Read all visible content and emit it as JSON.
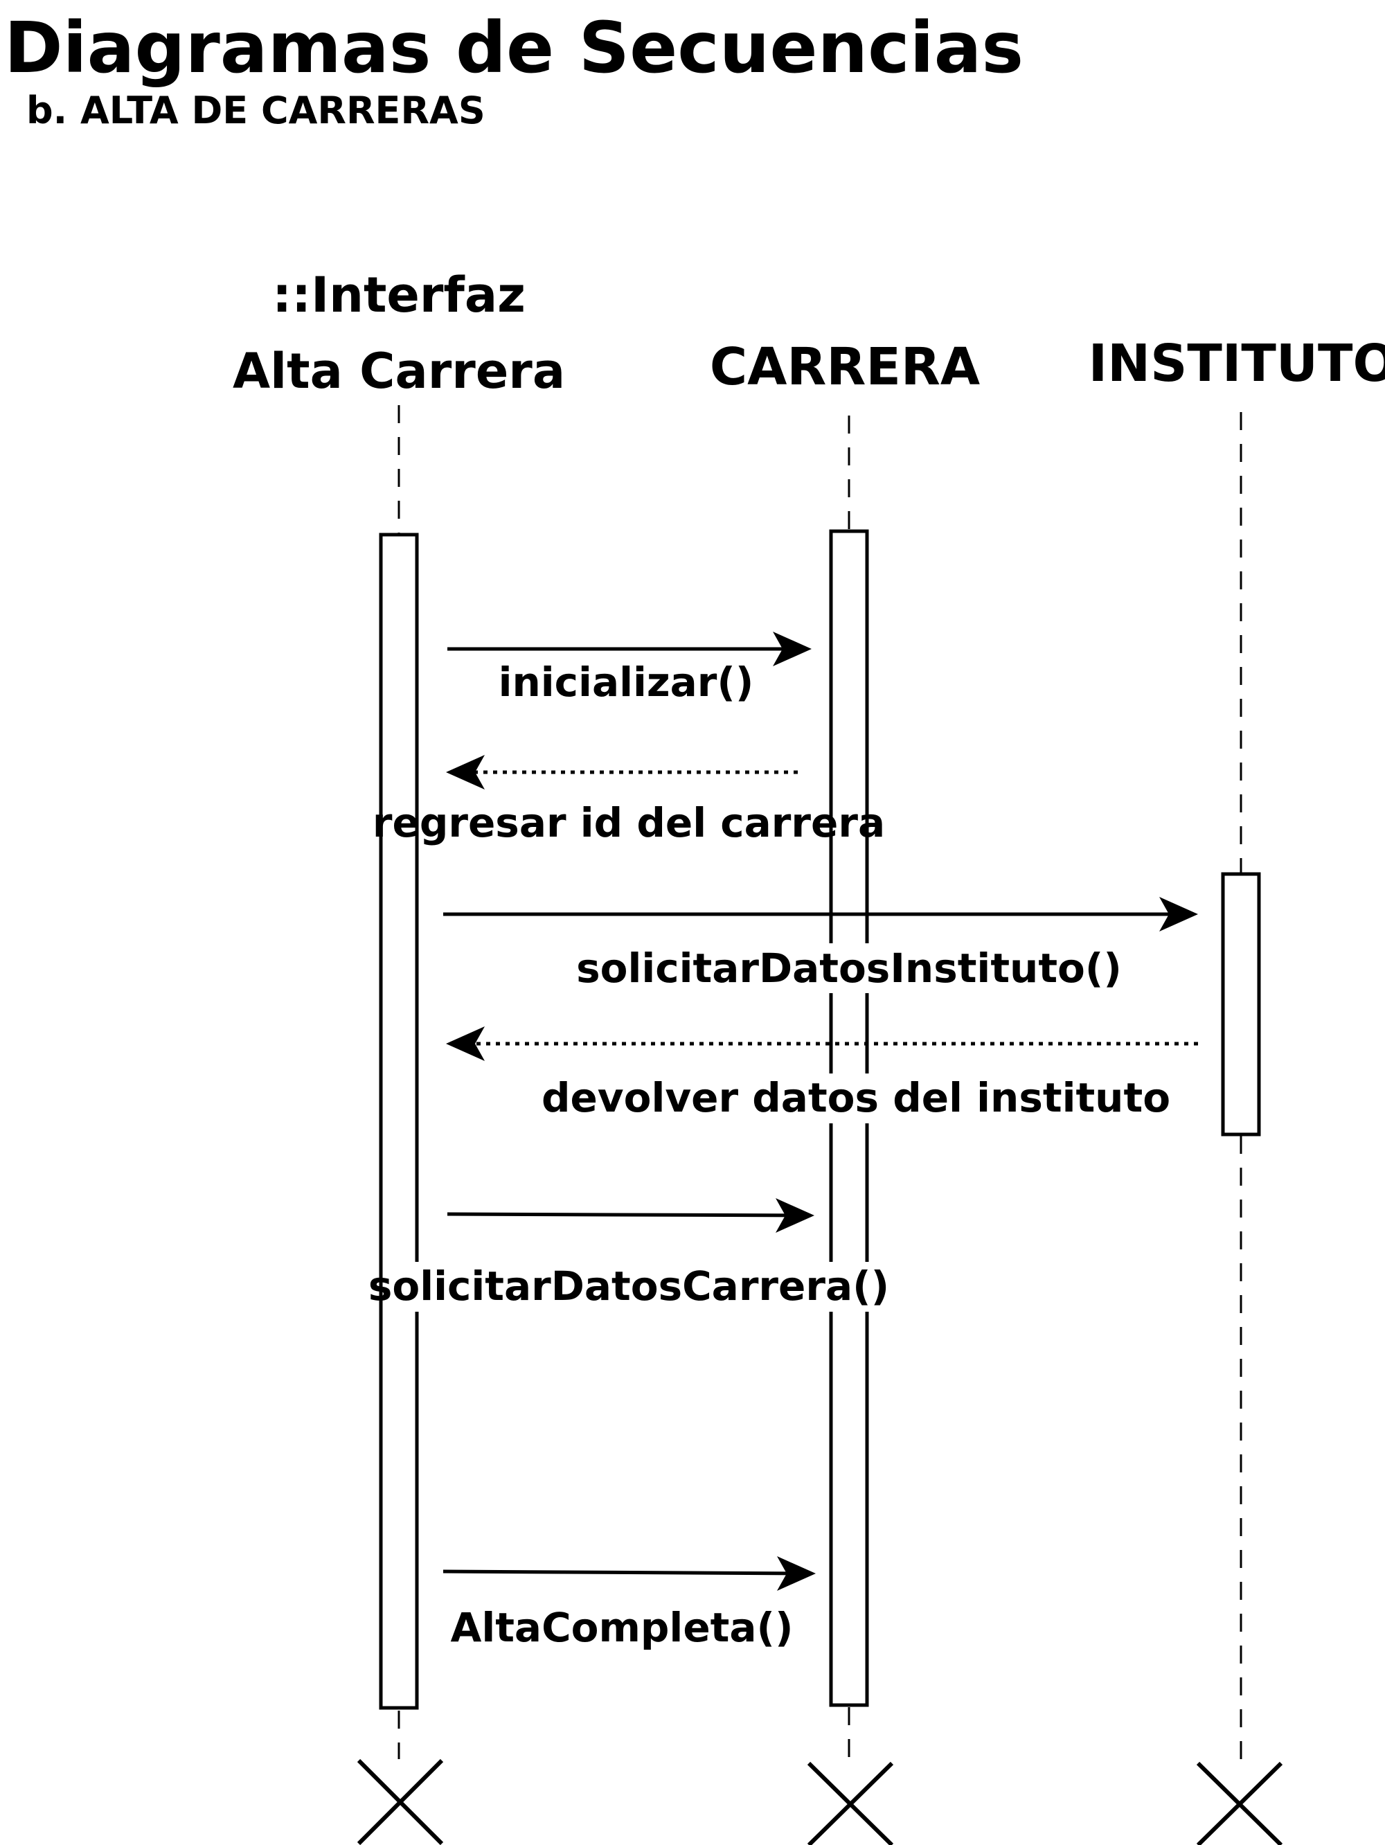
{
  "title": "Diagramas de Secuencias",
  "subtitle": "b. ALTA DE CARRERAS",
  "lifelines": [
    {
      "name_line1": "::Interfaz",
      "name_line2": "Alta Carrera"
    },
    {
      "name_line1": "CARRERA"
    },
    {
      "name_line1": "INSTITUTO"
    }
  ],
  "messages": [
    {
      "label": "inicializar()",
      "type": "call"
    },
    {
      "label": "regresar id del carrera",
      "type": "return"
    },
    {
      "label": "solicitarDatosInstituto()",
      "type": "call"
    },
    {
      "label": "devolver datos del instituto",
      "type": "return"
    },
    {
      "label": "solicitarDatosCarrera()",
      "type": "call"
    },
    {
      "label": "AltaCompleta()",
      "type": "call"
    }
  ]
}
